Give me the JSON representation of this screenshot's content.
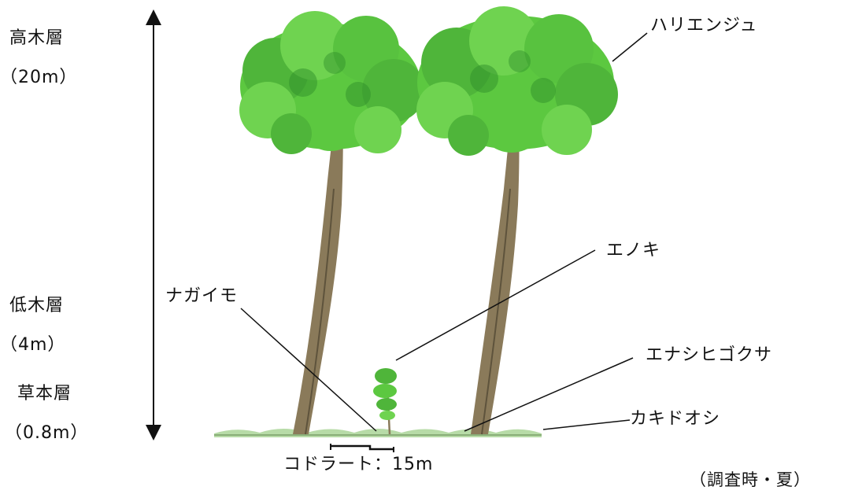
{
  "layers": {
    "tall": {
      "name": "高木層",
      "height": "（20m）"
    },
    "low": {
      "name": "低木層",
      "height": "（4m）"
    },
    "herb": {
      "name": "草本層",
      "height": "（0.8m）"
    }
  },
  "species": {
    "tree": "ハリエンジュ",
    "enoki": "エノキ",
    "nagaimo": "ナガイモ",
    "enashi": "エナシヒゴクサ",
    "kakidoshi": "カキドオシ"
  },
  "quadrat": "コドラート：15m",
  "season_note": "（調査時・夏）",
  "colors": {
    "foliage": "#5cc840",
    "foliage_dark": "#2f8f2a",
    "trunk": "#8a7a5a",
    "line": "#111111"
  }
}
